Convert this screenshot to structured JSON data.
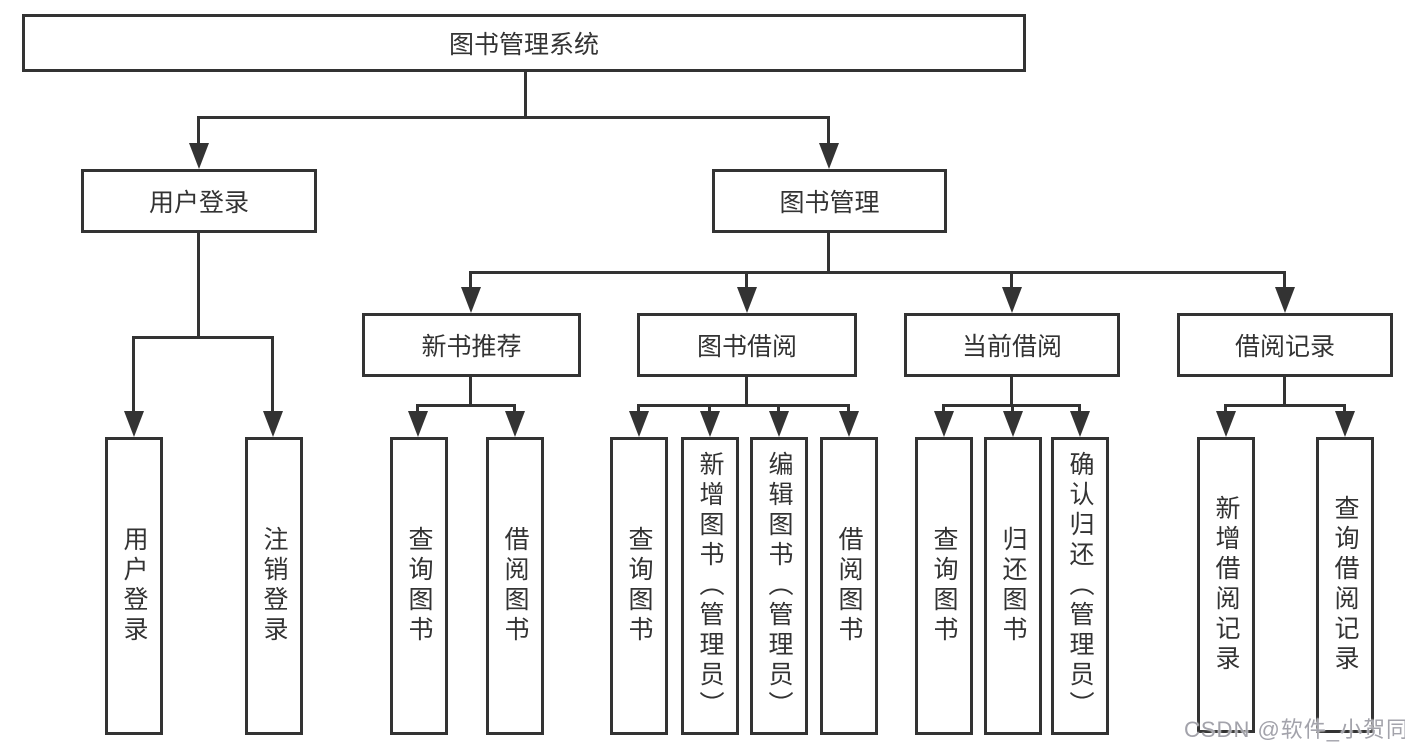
{
  "diagram": {
    "root": "图书管理系统",
    "level2": [
      "用户登录",
      "图书管理"
    ],
    "level3": [
      "新书推荐",
      "图书借阅",
      "当前借阅",
      "借阅记录"
    ],
    "leaves_user_login": [
      "用户登录",
      "注销登录"
    ],
    "leaves_new_book": [
      "查询图书",
      "借阅图书"
    ],
    "leaves_book_borrow": [
      "查询图书",
      "新增图书（管理员）",
      "编辑图书（管理员）",
      "借阅图书"
    ],
    "leaves_current_borrow": [
      "查询图书",
      "归还图书",
      "确认归还（管理员）"
    ],
    "leaves_borrow_record": [
      "新增借阅记录",
      "查询借阅记录"
    ]
  },
  "watermark": {
    "text": "CSDN @软件_小贺同学"
  },
  "colors": {
    "line": "#333333",
    "text": "#333333",
    "box_fill": "#ffffff",
    "watermark": "#a3a3ab",
    "background": "#ffffff"
  }
}
